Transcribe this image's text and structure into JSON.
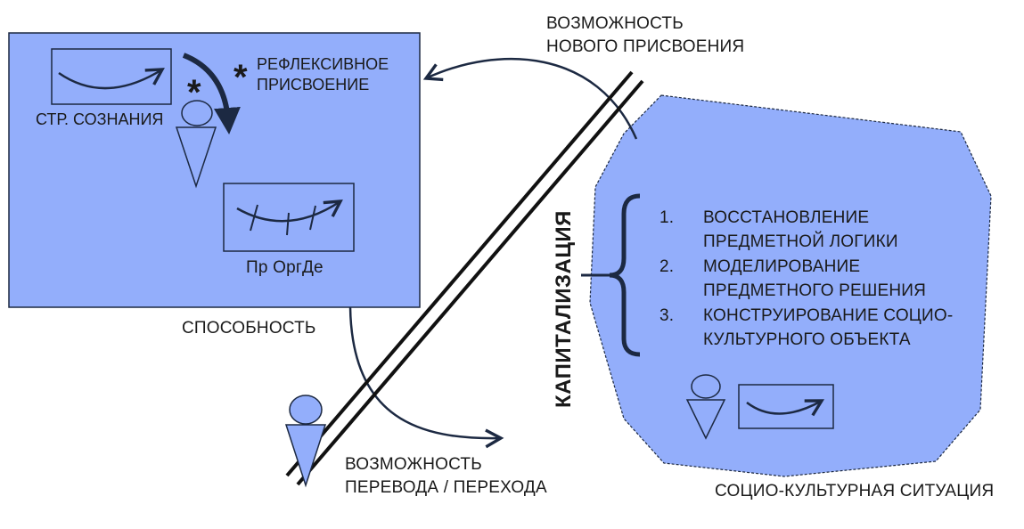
{
  "colors": {
    "panel_fill": "#93aefb",
    "stroke": "#1c2942",
    "text": "#1a1a1a",
    "background": "#ffffff"
  },
  "left_panel": {
    "consciousness_label": "СТР. СОЗНАНИЯ",
    "star_mark": "*",
    "reflexive_star": "*",
    "reflexive_label_line1": "РЕФЛЕКСИВНОЕ",
    "reflexive_label_line2": "ПРИСВОЕНИЕ",
    "orgde_label": "Пр ОргДе"
  },
  "ability_label": "СПОСОБНОСТЬ",
  "top_label_line1": "ВОЗМОЖНОСТЬ",
  "top_label_line2": "НОВОГО ПРИСВОЕНИЯ",
  "bottom_label_line1": "ВОЗМОЖНОСТЬ",
  "bottom_label_line2": "ПЕРЕВОДА / ПЕРЕХОДА",
  "capitalization_label": "КАПИТАЛИЗАЦИЯ",
  "situation": {
    "items": [
      {
        "num": "1.",
        "line1": "ВОССТАНОВЛЕНИЕ",
        "line2": "ПРЕДМЕТНОЙ ЛОГИКИ"
      },
      {
        "num": "2.",
        "line1": "МОДЕЛИРОВАНИЕ",
        "line2": "ПРЕДМЕТНОГО РЕШЕНИЯ"
      },
      {
        "num": "3.",
        "line1": "КОНСТРУИРОВАНИЕ СОЦИО-",
        "line2": "КУЛЬТУРНОГО ОБЪЕКТА"
      }
    ],
    "caption": "СОЦИО-КУЛЬТУРНАЯ СИТУАЦИЯ"
  }
}
